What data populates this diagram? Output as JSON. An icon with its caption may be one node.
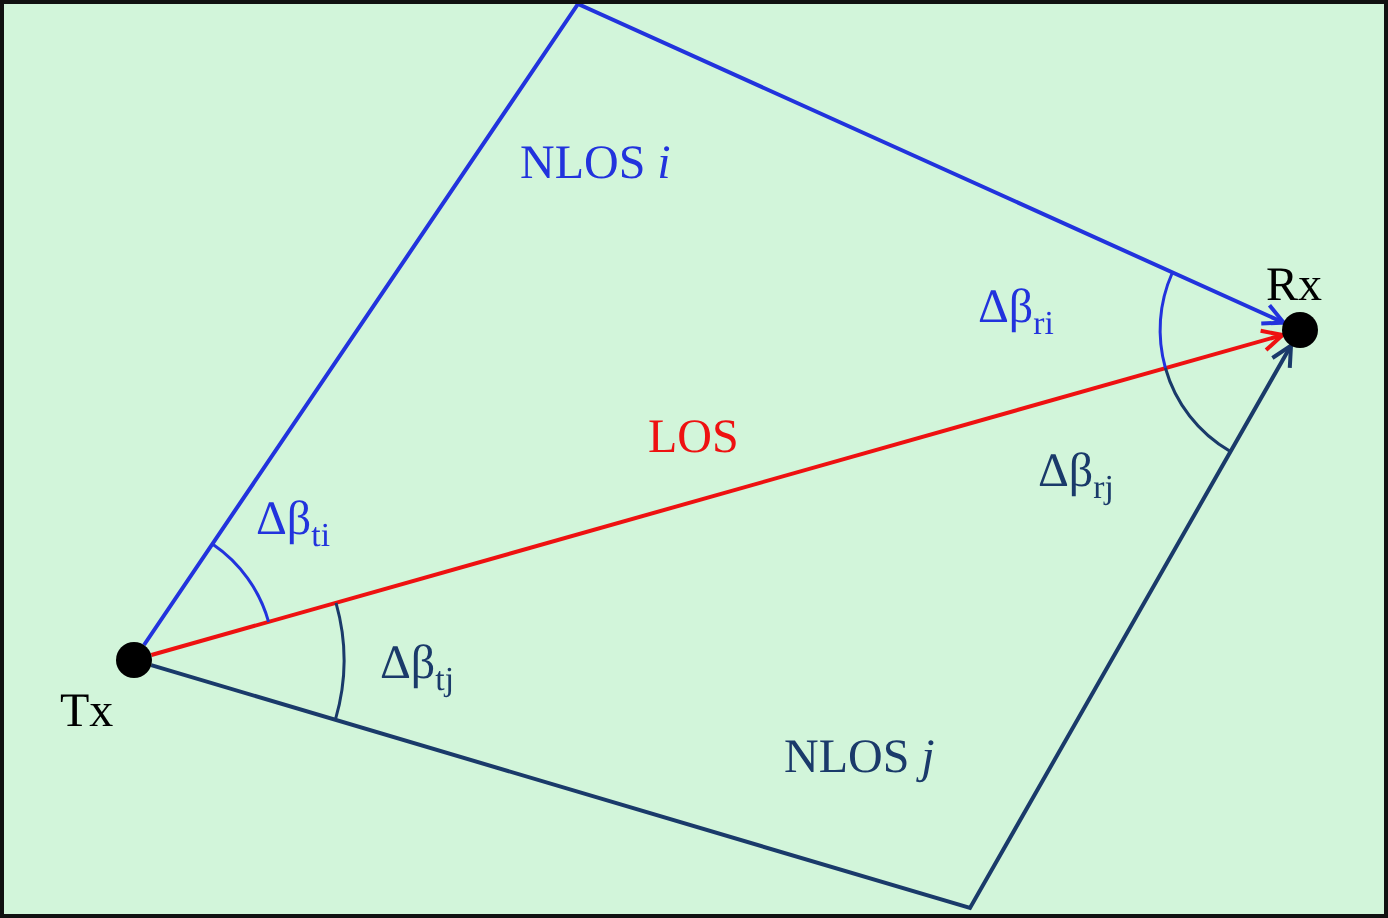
{
  "diagram": {
    "nodes": [
      {
        "text": [
          "Tx"
        ]
      },
      {
        "text": [
          "Rx"
        ]
      }
    ],
    "edges": [
      {
        "from": 0,
        "to": 1,
        "arrow": "to",
        "label": "LOS",
        "color": "#ee1111"
      },
      {
        "from": 0,
        "to": 1,
        "arrow": "to",
        "label": "NLOS *i*",
        "color": "#2233dd"
      },
      {
        "from": 0,
        "to": 1,
        "arrow": "to",
        "label": "NLOS *j*",
        "color": "#1a3a6a"
      }
    ],
    "labels": [
      "Δβ$_{ri}$",
      "Δβ$_{rj}$",
      "Δβ$_{ti}$",
      "Δβ$_{tj}$"
    ]
  }
}
